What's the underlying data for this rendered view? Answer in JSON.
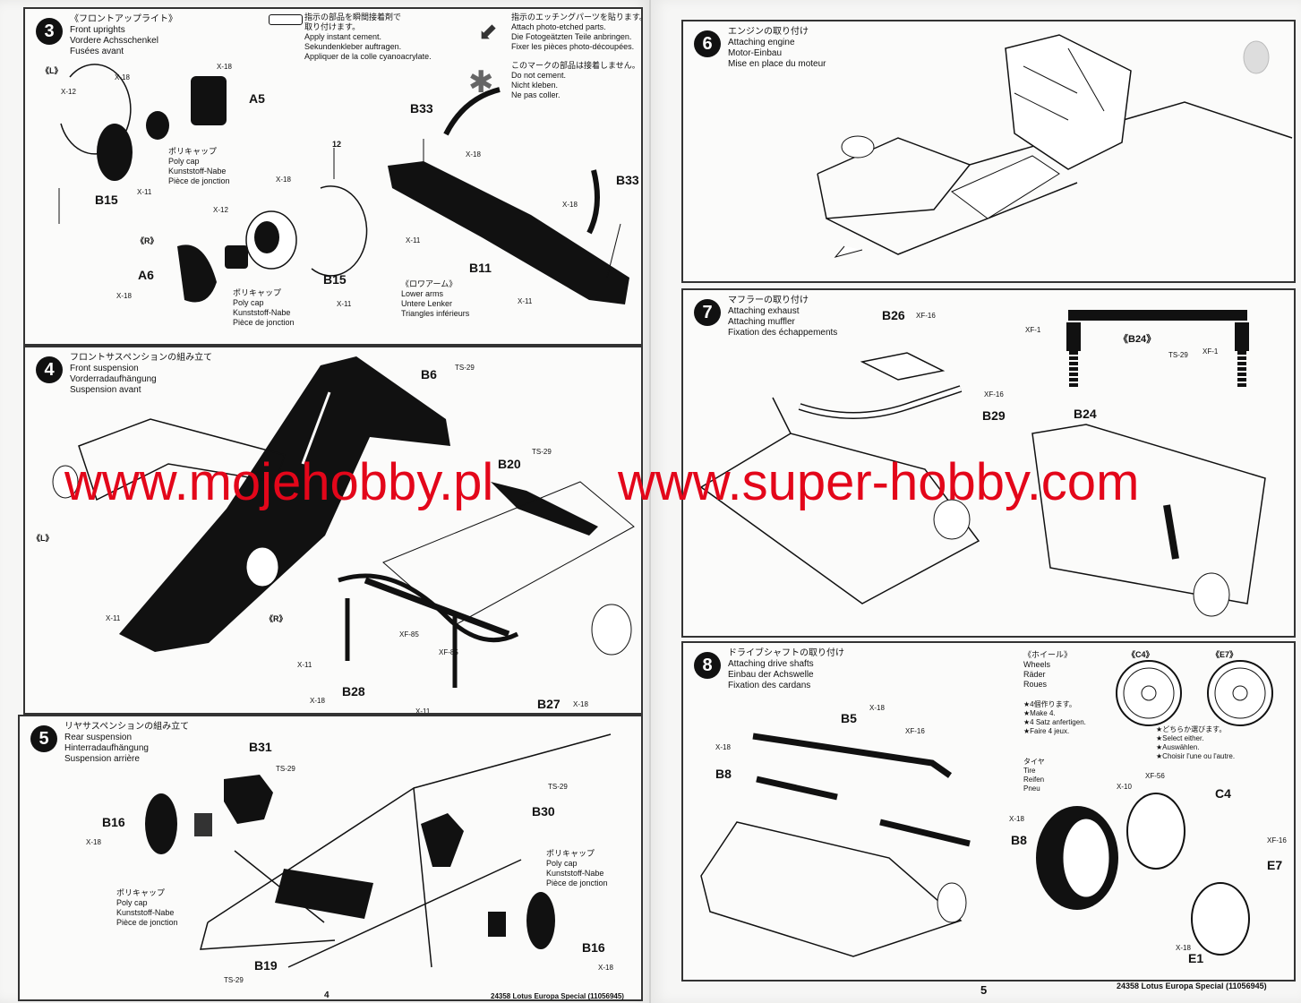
{
  "left_page": {
    "page_number": "4",
    "footer": "24358 Lotus Europa Special (11056945)",
    "step3": {
      "number": "3",
      "title_jp": "《フロントアップライト》",
      "title_en": "Front uprights",
      "title_de": "Vordere Achsschenkel",
      "title_fr": "Fusées avant",
      "cement_note": [
        "指示の部品を瞬間接着剤で",
        "取り付けます。",
        "Apply instant cement.",
        "Sekundenkleber auftragen.",
        "Appliquer de la colle cyanoacrylate."
      ],
      "photo_etched_note": [
        "指示のエッチングパーツを貼ります。",
        "Attach photo-etched parts.",
        "Die Fotogeätzten Teile anbringen.",
        "Fixer les pièces photo-découpées."
      ],
      "no_cement_note": [
        "このマークの部品は接着しません。",
        "Do not cement.",
        "Nicht kleben.",
        "Ne pas coller."
      ],
      "left_label": "《L》",
      "right_label": "《R》",
      "polycap_note": [
        "ポリキャップ",
        "Poly cap",
        "Kunststoff-Nabe",
        "Pièce de jonction"
      ],
      "lower_arms_note": [
        "《ロワアーム》",
        "Lower arms",
        "Untere Lenker",
        "Triangles inférieurs"
      ],
      "parts": [
        "A5",
        "B15",
        "A6",
        "B15",
        "B33",
        "B33",
        "B11"
      ],
      "codes": [
        "X-18",
        "X-12",
        "X-11",
        "X-18",
        "X-12",
        "X-18",
        "X-11",
        "X-18",
        "X-18",
        "X-11",
        "X-11",
        "X-18"
      ],
      "pe_number": "12"
    },
    "step4": {
      "number": "4",
      "title_jp": "フロントサスペンションの組み立て",
      "title_en": "Front suspension",
      "title_de": "Vorderradaufhängung",
      "title_fr": "Suspension avant",
      "parts": [
        "B6",
        "B20",
        "B28",
        "B27"
      ],
      "codes": [
        "TS-29",
        "TS-29",
        "X-11",
        "XF-85",
        "XF-85",
        "X-11",
        "X-18",
        "X-11",
        "X-18"
      ],
      "left_label": "《L》",
      "right_label": "《R》"
    },
    "step5": {
      "number": "5",
      "title_jp": "リヤサスペンションの組み立て",
      "title_en": "Rear suspension",
      "title_de": "Hinterradaufhängung",
      "title_fr": "Suspension arrière",
      "parts": [
        "B31",
        "B16",
        "B30",
        "B19",
        "B16"
      ],
      "codes": [
        "TS-29",
        "X-18",
        "TS-29",
        "TS-29",
        "X-18"
      ],
      "polycap_note": [
        "ポリキャップ",
        "Poly cap",
        "Kunststoff-Nabe",
        "Pièce de jonction"
      ]
    }
  },
  "right_page": {
    "page_number": "5",
    "footer": "24358 Lotus Europa Special (11056945)",
    "step6": {
      "number": "6",
      "title_jp": "エンジンの取り付け",
      "title_en": "Attaching engine",
      "title_de": "Motor-Einbau",
      "title_fr": "Mise en place du moteur"
    },
    "step7": {
      "number": "7",
      "title_jp": "マフラーの取り付け",
      "title_en": "Attaching exhaust",
      "title_en2": "Attaching muffler",
      "title_fr": "Fixation des échappements",
      "parts": [
        "B26",
        "B29",
        "B24",
        "《B24》"
      ],
      "codes": [
        "XF-16",
        "XF-16",
        "XF-1",
        "TS-29",
        "XF-1"
      ]
    },
    "step8": {
      "number": "8",
      "title_jp": "ドライブシャフトの取り付け",
      "title_en": "Attaching drive shafts",
      "title_de": "Einbau der Achswelle",
      "title_fr": "Fixation des cardans",
      "wheels_note": [
        "《ホイール》",
        "Wheels",
        "Räder",
        "Roues"
      ],
      "make4_note": [
        "★4個作ります。",
        "★Make 4.",
        "★4 Satz anfertigen.",
        "★Faire 4 jeux."
      ],
      "select_note": [
        "★どちらか選びます。",
        "★Select either.",
        "★Auswählen.",
        "★Choisir l'une ou l'autre."
      ],
      "tire_note": [
        "タイヤ",
        "Tire",
        "Reifen",
        "Pneu"
      ],
      "wheel_options": [
        "《C4》",
        "《E7》"
      ],
      "parts": [
        "B5",
        "B8",
        "B8",
        "C4",
        "E7",
        "E1"
      ],
      "codes": [
        "X-18",
        "XF-16",
        "X-18",
        "X-18",
        "X-10",
        "XF-56",
        "XF-16",
        "X-18"
      ]
    }
  },
  "watermark": {
    "left": "www.mojehobby.pl",
    "right": "www.super-hobby.com",
    "color": "#e3061a"
  }
}
